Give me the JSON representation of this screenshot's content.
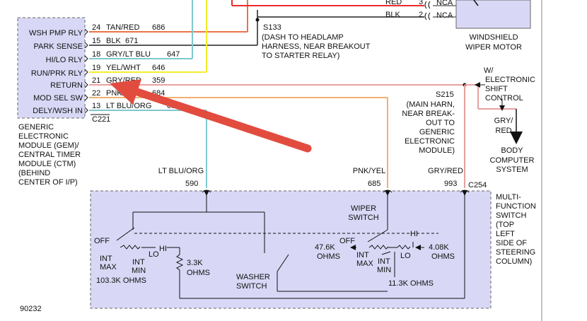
{
  "gem_module": {
    "pins": [
      {
        "label": "WSH PMP RLY",
        "num": "24",
        "wire": "TAN/RED",
        "circuit": "686"
      },
      {
        "label": "PARK SENSE",
        "num": "15",
        "wire": "BLK",
        "circuit": "671"
      },
      {
        "label": "HI/LO RLY",
        "num": "18",
        "wire": "GRY/LT BLU",
        "circuit": "647"
      },
      {
        "label": "RUN/PRK RLY",
        "num": "19",
        "wire": "YEL/WHT",
        "circuit": "646"
      },
      {
        "label": "RETURN",
        "num": "21",
        "wire": "GRY/RED",
        "circuit": "359"
      },
      {
        "label": "MOD SEL SW",
        "num": "22",
        "wire": "PNK/YEL",
        "circuit": "684"
      },
      {
        "label": "DELY/WSH IN",
        "num": "13",
        "wire": "LT BLU/ORG",
        "circuit": "680"
      }
    ],
    "connector": "C221",
    "description": [
      "GENERIC",
      "ELECTRONIC",
      "MODULE (GEM)/",
      "CENTRAL TIMER",
      "MODULE (CTM)",
      "(BEHIND",
      "CENTER OF I/P)"
    ]
  },
  "motor": {
    "title": [
      "WINDSHIELD",
      "WIPER MOTOR"
    ],
    "top_wires": [
      {
        "color": "RED",
        "num": "3",
        "tag": "NCA"
      },
      {
        "color": "BLK",
        "num": "2",
        "tag": "NCA"
      }
    ]
  },
  "splice_s133": {
    "name": "S133",
    "note": [
      "(DASH TO HEADLAMP",
      "HARNESS, NEAR BREAKOUT",
      "TO STARTER RELAY)"
    ]
  },
  "splice_s215": {
    "name": "S215",
    "note": [
      "(MAIN HARN,",
      "NEAR BREAK-",
      "OUT TO",
      "GENERIC",
      "ELECTRONIC",
      "MODULE)"
    ]
  },
  "shift_control": [
    "W/",
    "ELECTRONIC",
    "SHIFT",
    "CONTROL"
  ],
  "body_computer": {
    "wire": [
      "GRY/",
      "RED"
    ],
    "name": [
      "BODY",
      "COMPUTER",
      "SYSTEM"
    ]
  },
  "switch_wires": [
    {
      "name": "LT BLU/ORG",
      "circuit": "590"
    },
    {
      "name": "PNK/YEL",
      "circuit": "685"
    },
    {
      "name": "GRY/RED",
      "circuit": "993"
    }
  ],
  "switch_connector": "C254",
  "multifunction_switch": [
    "MULTI-",
    "FUNCTION",
    "SWITCH",
    "(TOP",
    "LEFT",
    "SIDE OF",
    "STEERING",
    "COLUMN)"
  ],
  "left_switch": {
    "off": "OFF",
    "int_max": [
      "INT",
      "MAX"
    ],
    "int_min": [
      "INT",
      "MIN"
    ],
    "lo": "LO",
    "hi": "HI",
    "resistor_value": "103.3K OHMS",
    "resistor2": [
      "3.3K",
      "OHMS"
    ],
    "washer": [
      "WASHER",
      "SWITCH"
    ]
  },
  "wiper_switch": {
    "title": [
      "WIPER",
      "SWITCH"
    ],
    "off": "OFF",
    "int_max": [
      "INT",
      "MAX"
    ],
    "int_min": [
      "INT",
      "MIN"
    ],
    "lo": "LO",
    "hi": "HI",
    "r1": [
      "47.6K",
      "OHMS"
    ],
    "r2": [
      "4.08K",
      "OHMS"
    ],
    "r3": "11.3K OHMS"
  },
  "figure_id": "90232",
  "colors": {
    "tan_red": "#e8734a",
    "yellow": "#f2ee2a",
    "teal": "#7ec9cf",
    "pink": "#e8a0a0",
    "orange": "#f0b070",
    "red": "#ee2a2a",
    "module_fill": "#d8d8f6",
    "arrow": "#e24c3f"
  }
}
